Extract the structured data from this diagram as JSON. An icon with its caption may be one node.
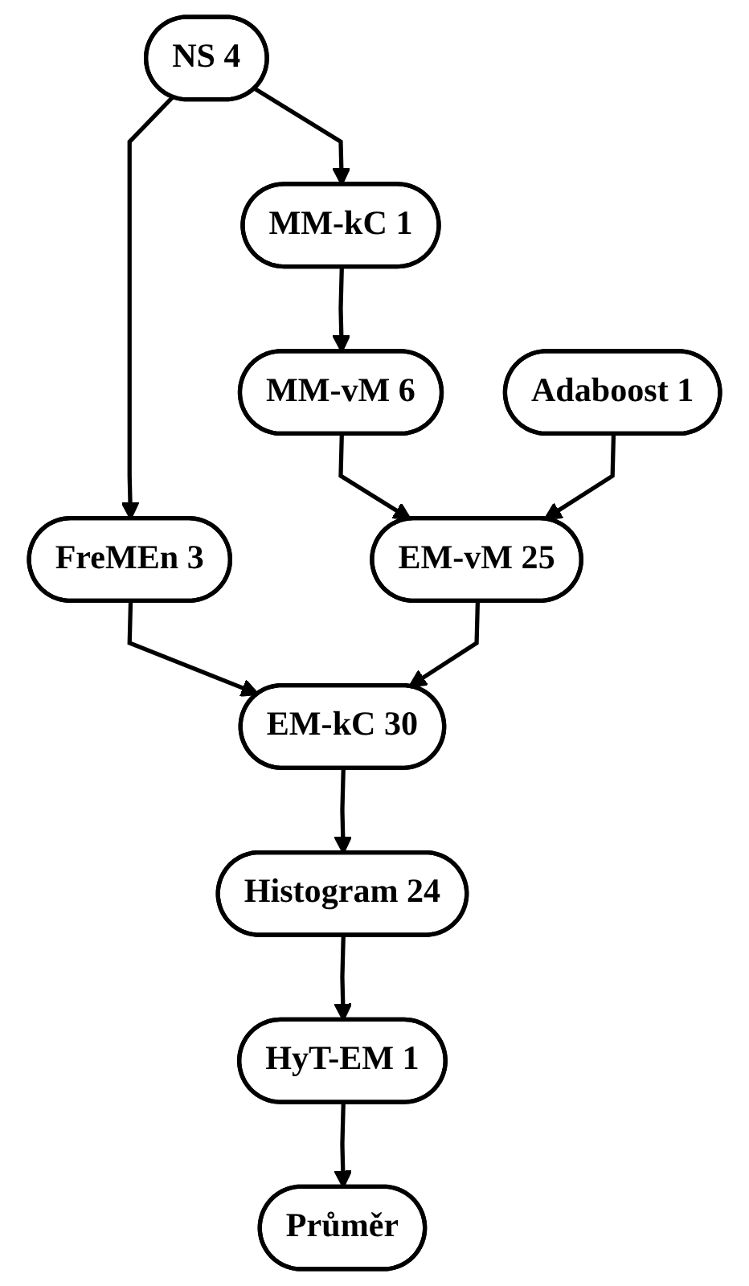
{
  "diagram": {
    "nodes": [
      {
        "text": [
          "NS 4"
        ]
      },
      {
        "text": [
          "MM-kC 1"
        ]
      },
      {
        "text": [
          "MM-vM 6"
        ]
      },
      {
        "text": [
          "Adaboost 1"
        ]
      },
      {
        "text": [
          "FreMEn 3"
        ]
      },
      {
        "text": [
          "EM-vM 25"
        ]
      },
      {
        "text": [
          "EM-kC 30"
        ]
      },
      {
        "text": [
          "Histogram 24"
        ]
      },
      {
        "text": [
          "HyT-EM 1"
        ]
      },
      {
        "text": [
          "Průměr"
        ]
      }
    ],
    "edges": [
      {
        "from": 0,
        "to": 1,
        "arrow": "to"
      },
      {
        "from": 0,
        "to": 4,
        "arrow": "to"
      },
      {
        "from": 1,
        "to": 2,
        "arrow": "to"
      },
      {
        "from": 2,
        "to": 5,
        "arrow": "to"
      },
      {
        "from": 3,
        "to": 5,
        "arrow": "to"
      },
      {
        "from": 4,
        "to": 6,
        "arrow": "to"
      },
      {
        "from": 5,
        "to": 6,
        "arrow": "to"
      },
      {
        "from": 6,
        "to": 7,
        "arrow": "to"
      },
      {
        "from": 7,
        "to": 8,
        "arrow": "to"
      },
      {
        "from": 8,
        "to": 9,
        "arrow": "to"
      }
    ]
  }
}
